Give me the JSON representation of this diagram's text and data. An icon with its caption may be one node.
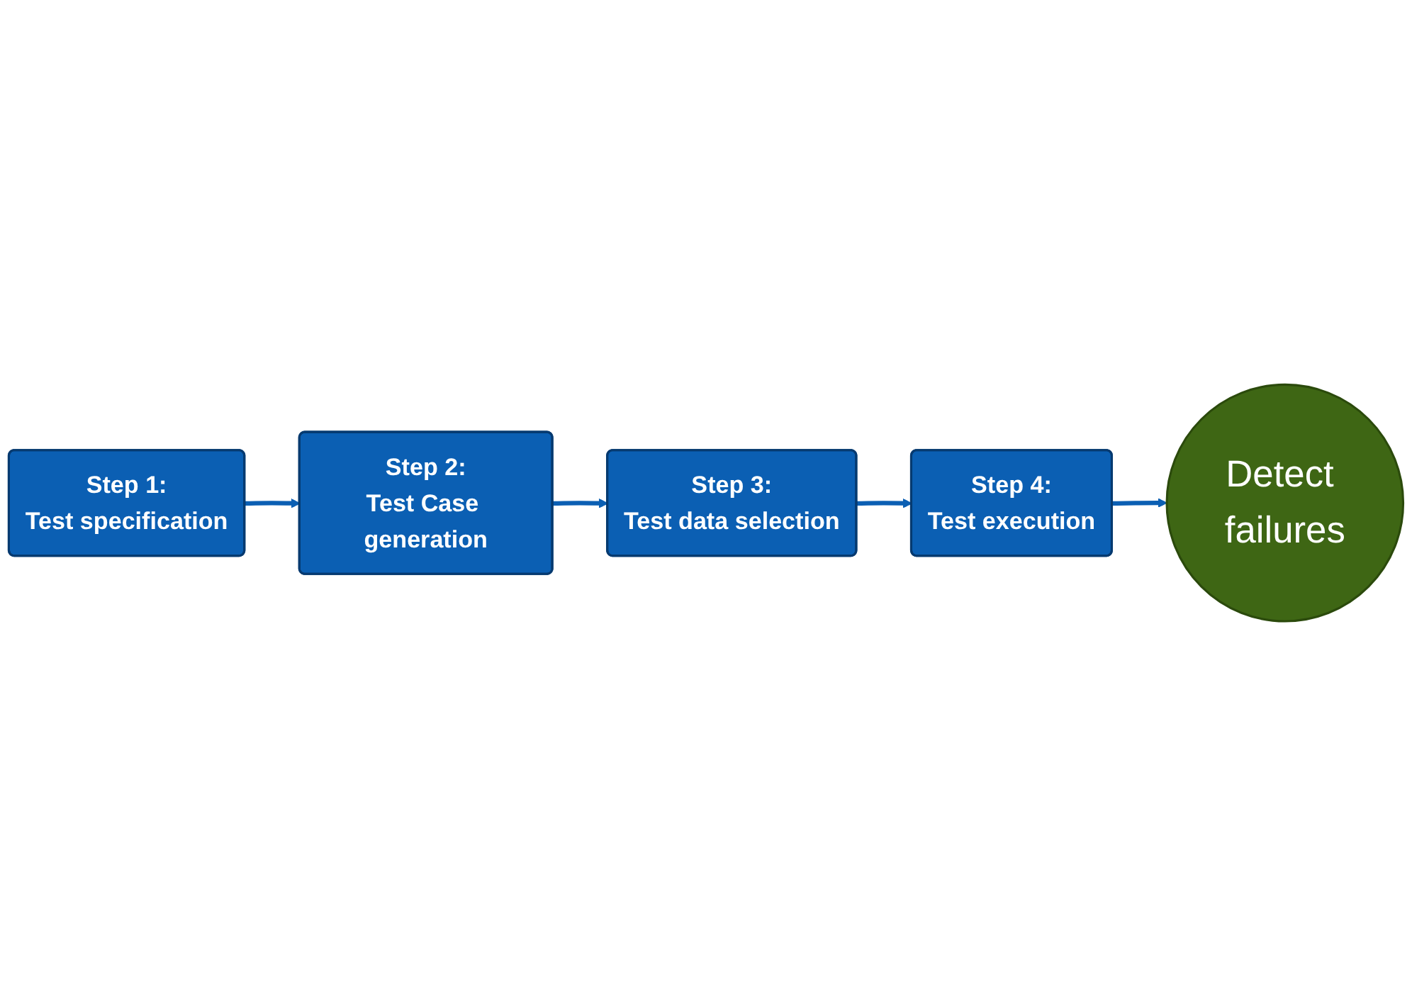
{
  "diagram": {
    "nodes": [
      {
        "text": [
          "Step 1:",
          "Test specification"
        ]
      },
      {
        "text": [
          "Step 2:",
          "Test Case generation"
        ]
      },
      {
        "text": [
          "Step 3:",
          "Test data selection"
        ]
      },
      {
        "text": [
          "Step 4:",
          "Test execution"
        ]
      },
      {
        "text": [
          "Detect failures"
        ]
      }
    ],
    "edges": [
      {
        "from": 0,
        "to": 1,
        "arrow": "to"
      },
      {
        "from": 1,
        "to": 2,
        "arrow": "to"
      },
      {
        "from": 2,
        "to": 3,
        "arrow": "to"
      },
      {
        "from": 3,
        "to": 4,
        "arrow": "to"
      }
    ]
  }
}
